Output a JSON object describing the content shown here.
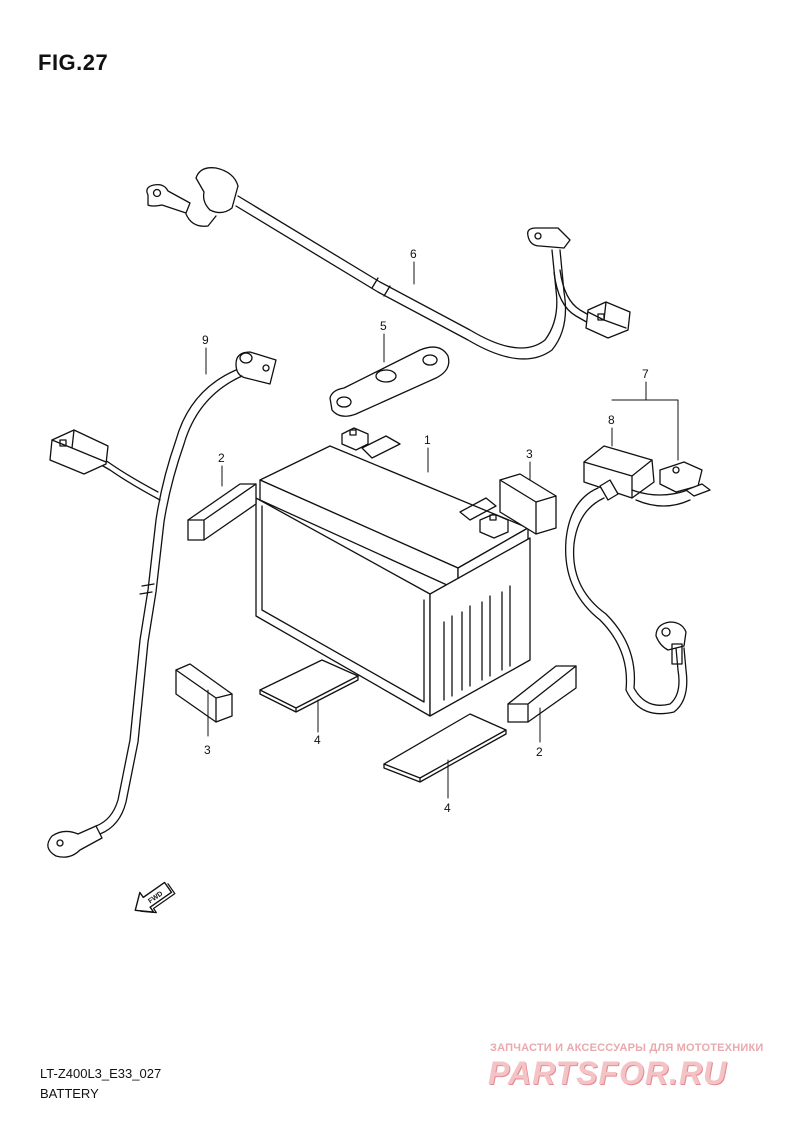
{
  "figure": {
    "title": "FIG.27"
  },
  "footer": {
    "code": "LT-Z400L3_E33_027",
    "name": "BATTERY"
  },
  "callouts": {
    "battery": "1",
    "spacer_right": "2",
    "spacer_left_front": "2",
    "spacer_left": "3",
    "spacer_right_rear": "3",
    "pad_rear": "4",
    "pad_front": "4",
    "battery_band": "5",
    "positive_cable": "6",
    "starter_relay_cable": "7",
    "relay_cover": "8",
    "negative_cable": "9"
  },
  "fwd_arrow": {
    "label": "FWD",
    "icon": "fwd-arrow-icon"
  },
  "watermark": {
    "tagline": "ЗАПЧАСТИ И АКСЕССУАРЫ ДЛЯ МОТОТЕХНИКИ",
    "brand": "PARTSFOR.RU",
    "color": "#f3c3c6"
  },
  "colors": {
    "line": "#111111",
    "background": "#ffffff"
  }
}
